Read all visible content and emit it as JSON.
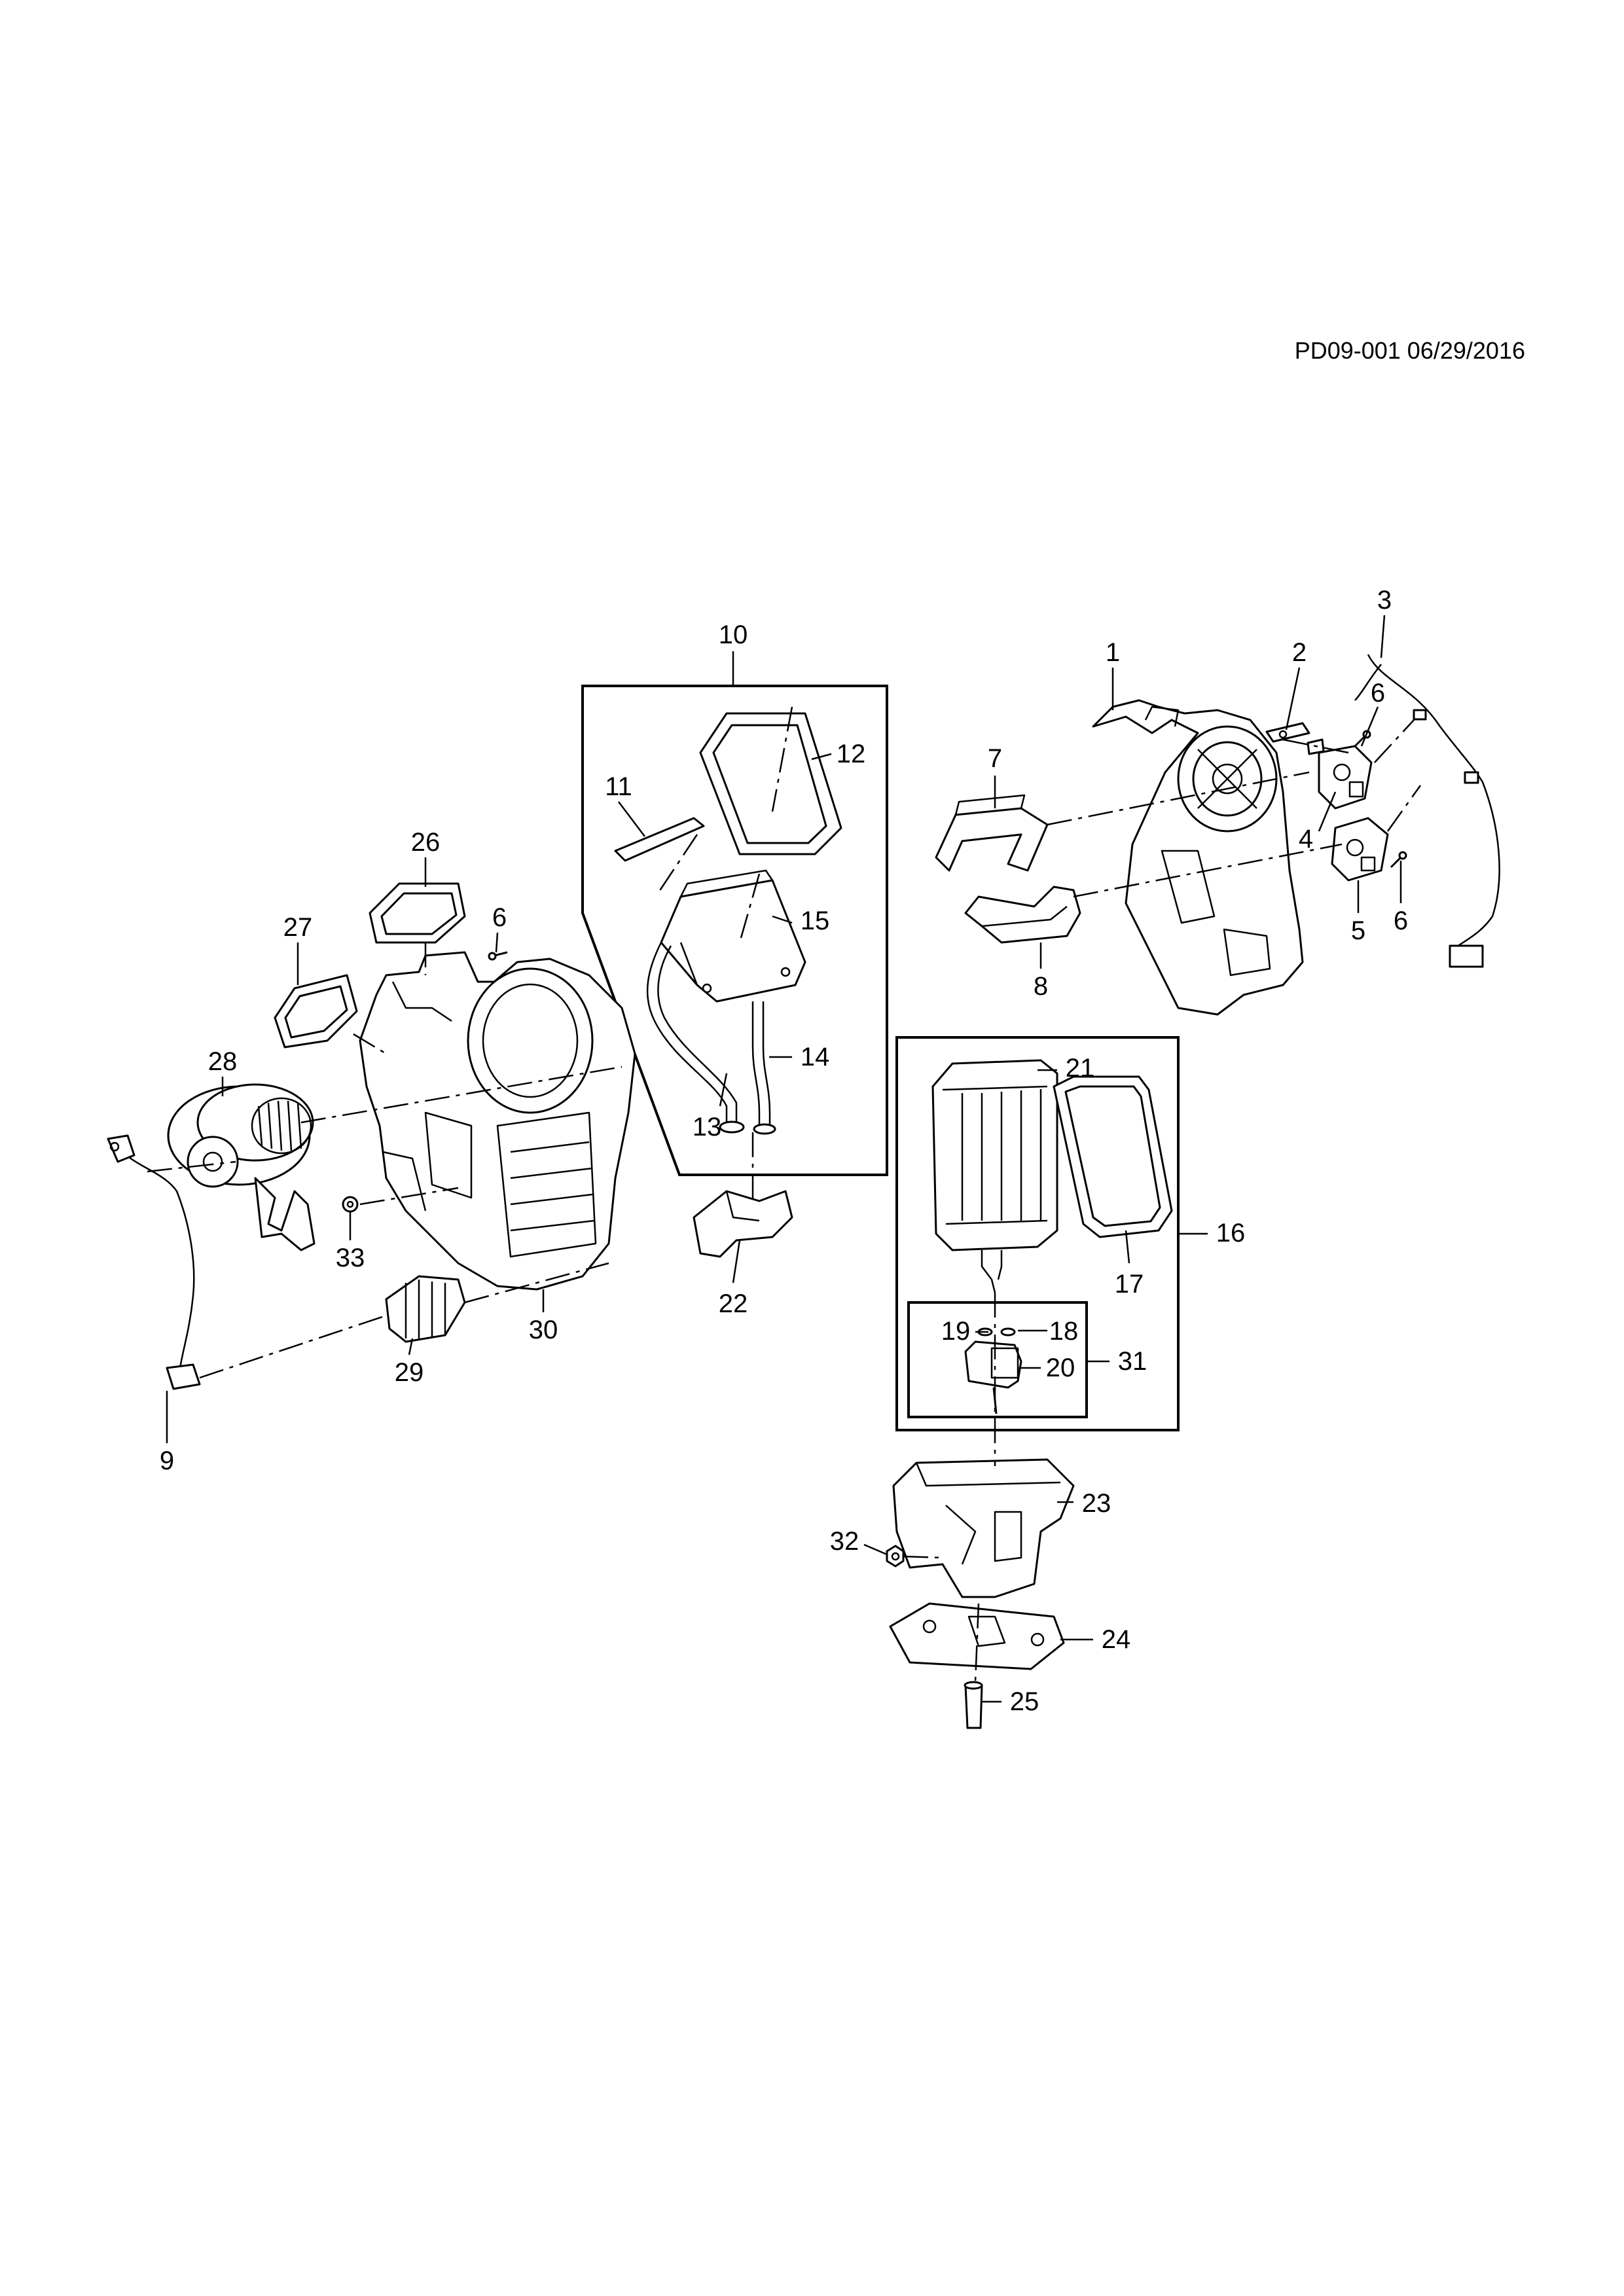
{
  "header": {
    "doc_ref": "PD09-001 06/29/2016"
  },
  "callouts": {
    "c1": "1",
    "c2": "2",
    "c3": "3",
    "c4": "4",
    "c5": "5",
    "c6a": "6",
    "c6b": "6",
    "c6c": "6",
    "c7": "7",
    "c8": "8",
    "c9": "9",
    "c10": "10",
    "c11": "11",
    "c12": "12",
    "c13": "13",
    "c14": "14",
    "c15": "15",
    "c16": "16",
    "c17": "17",
    "c18": "18",
    "c19": "19",
    "c20": "20",
    "c21": "21",
    "c22": "22",
    "c23": "23",
    "c24": "24",
    "c25": "25",
    "c26": "26",
    "c27": "27",
    "c28": "28",
    "c29": "29",
    "c30": "30",
    "c31": "31",
    "c32": "32",
    "c33": "33"
  }
}
